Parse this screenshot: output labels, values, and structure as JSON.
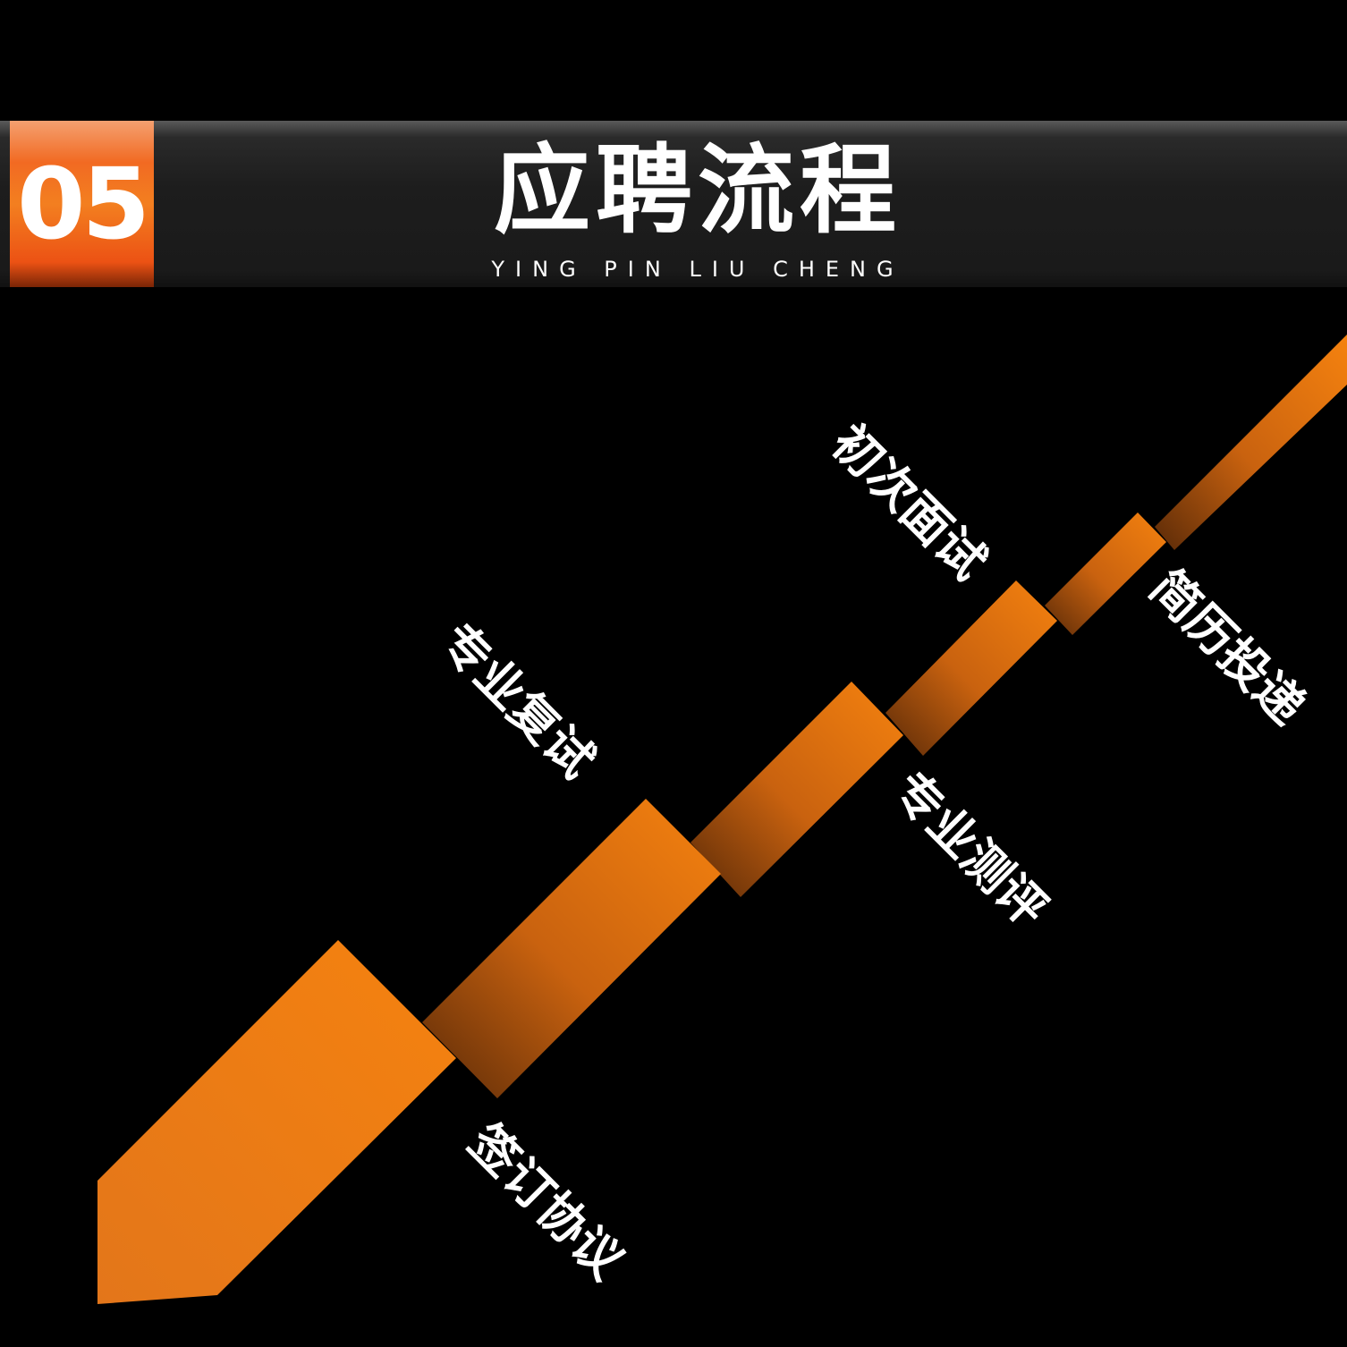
{
  "header": {
    "number": "05",
    "title": "应聘流程",
    "subtitle": "YING PIN LIU CHENG"
  },
  "steps": [
    "简历投递",
    "初次面试",
    "专业测评",
    "专业复试",
    "签订协议"
  ],
  "colors": {
    "accent": "#f07a14",
    "background": "#000000",
    "bar": "#1d1d1d"
  }
}
